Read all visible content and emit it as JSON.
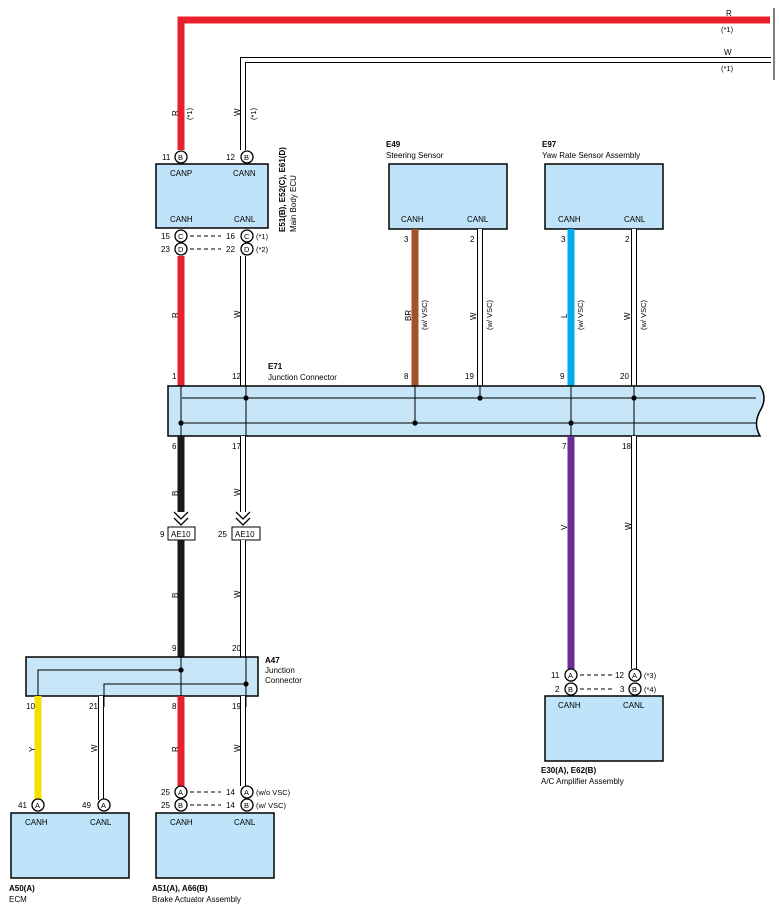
{
  "colors": {
    "R": "#e8202e",
    "B": "#1a1a1a",
    "BR": "#a0522d",
    "L": "#00aeef",
    "V": "#6a2d91",
    "Y": "#f5e100",
    "W": "#ffffff",
    "box_fill": "#bfe3f8"
  },
  "top_lines": {
    "r_label": "R",
    "r_note": "(*1)",
    "w_label": "W",
    "w_note": "(*1)"
  },
  "main_body_ecu": {
    "codes": "E51(B), E52(C), E61(D)",
    "name": "Main Body ECU",
    "pin_canp": "11",
    "pin_canp_conn": "B",
    "pin_cann": "12",
    "pin_cann_conn": "B",
    "canp": "CANP",
    "cann": "CANN",
    "canh": "CANH",
    "canl": "CANL",
    "pin_h1": "15",
    "conn_h1": "C",
    "pin_l1": "16",
    "conn_l1": "C",
    "note1": "(*1)",
    "pin_h2": "23",
    "conn_h2": "D",
    "pin_l2": "22",
    "conn_l2": "D",
    "note2": "(*2)",
    "wire_r_label": "R",
    "wire_r_note": "(*1)",
    "wire_w_label": "W",
    "wire_w_note": "(*1)"
  },
  "steering_sensor": {
    "code": "E49",
    "name": "Steering Sensor",
    "canh": "CANH",
    "canl": "CANL",
    "pin_h": "3",
    "pin_l": "2",
    "wire_h": "BR",
    "wire_h_note": "(w/ VSC)",
    "wire_l": "W",
    "wire_l_note": "(w/ VSC)"
  },
  "yaw_rate_sensor": {
    "code": "E97",
    "name": "Yaw Rate Sensor Assembly",
    "canh": "CANH",
    "canl": "CANL",
    "pin_h": "3",
    "pin_l": "2",
    "wire_h": "L",
    "wire_h_note": "(w/ VSC)",
    "wire_l": "W",
    "wire_l_note": "(w/ VSC)"
  },
  "junction_e71": {
    "code": "E71",
    "name": "Junction Connector",
    "pin_1": "1",
    "pin_12": "12",
    "pin_8": "8",
    "pin_19": "19",
    "pin_9": "9",
    "pin_20": "20",
    "pin_6": "6",
    "pin_17": "17",
    "pin_7": "7",
    "pin_18": "18"
  },
  "wire_labels": {
    "ecu_to_e71_r": "R",
    "ecu_to_e71_w": "W",
    "e71_to_ae10_b": "B",
    "e71_to_ae10_w": "W",
    "ae10_to_a47_b": "B",
    "ae10_to_a47_w": "W",
    "e71_to_ac_v": "V",
    "e71_to_ac_w": "W"
  },
  "ae10": {
    "label_left": "AE10",
    "label_right": "AE10",
    "pin_left": "9",
    "pin_right": "25"
  },
  "junction_a47": {
    "code": "A47",
    "name_line1": "Junction",
    "name_line2": "Connector",
    "pin_9": "9",
    "pin_20": "20",
    "pin_10": "10",
    "pin_21": "21",
    "pin_8": "8",
    "pin_19": "19",
    "wire_y": "Y",
    "wire_w1": "W",
    "wire_r": "R",
    "wire_w2": "W"
  },
  "ecm": {
    "code": "A50(A)",
    "name": "ECM",
    "canh": "CANH",
    "canl": "CANL",
    "pin_h": "41",
    "conn_h": "A",
    "pin_l": "49",
    "conn_l": "A"
  },
  "brake_actuator": {
    "code": "A51(A), A66(B)",
    "name": "Brake Actuator Assembly",
    "canh": "CANH",
    "canl": "CANL",
    "pin_h1": "25",
    "conn_h1": "A",
    "pin_l1": "14",
    "conn_l1": "A",
    "note1": "(w/o VSC)",
    "pin_h2": "25",
    "conn_h2": "B",
    "pin_l2": "14",
    "conn_l2": "B",
    "note2": "(w/ VSC)"
  },
  "ac_amplifier": {
    "code": "E30(A), E62(B)",
    "name": "A/C Amplifier Assembly",
    "canh": "CANH",
    "canl": "CANL",
    "pin_h1": "11",
    "conn_h1": "A",
    "pin_l1": "12",
    "conn_l1": "A",
    "note1": "(*3)",
    "pin_h2": "2",
    "conn_h2": "B",
    "pin_l2": "3",
    "conn_l2": "B",
    "note2": "(*4)"
  }
}
